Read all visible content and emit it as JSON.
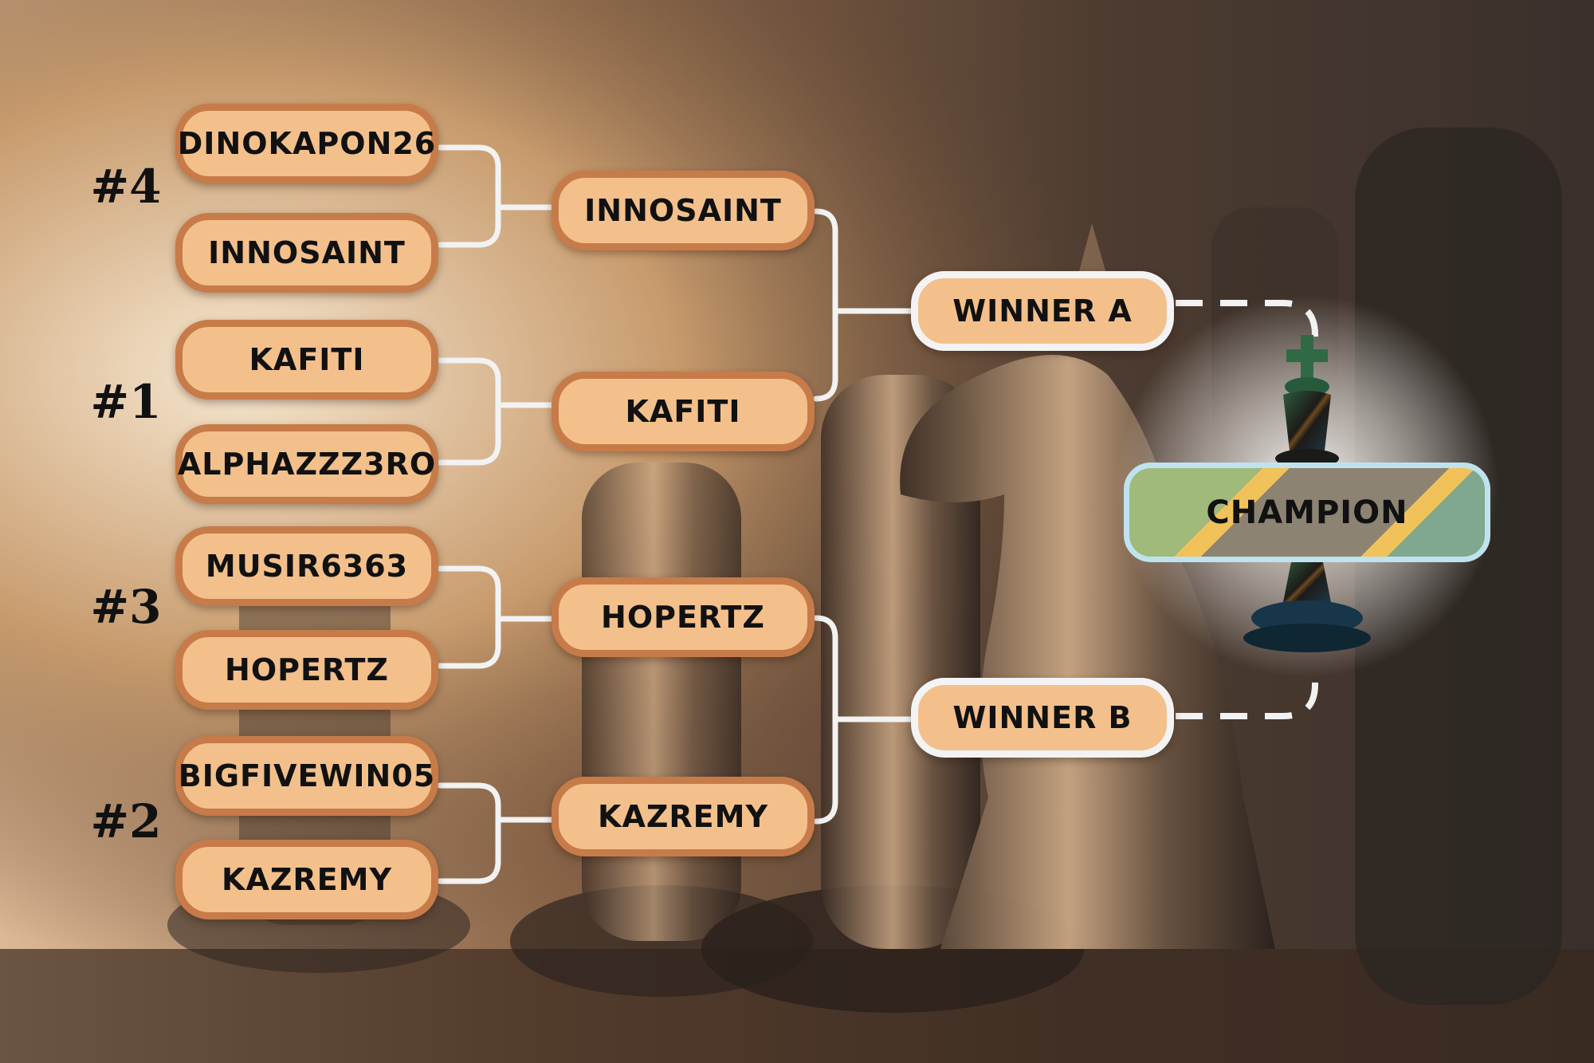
{
  "seeds": [
    "#4",
    "#1",
    "#3",
    "#2"
  ],
  "round1": [
    "DINOKAPON26",
    "INNOSAINT",
    "KAFITI",
    "ALPHAZZZ3RO",
    "MUSIR6363",
    "HOPERTZ",
    "BIGFIVEWIN05",
    "KAZREMY"
  ],
  "round2": [
    "INNOSAINT",
    "KAFITI",
    "HOPERTZ",
    "KAZREMY"
  ],
  "finals": [
    "WINNER A",
    "WINNER B"
  ],
  "champion": "CHAMPION",
  "colors": {
    "pill_fill": "#f3c08b",
    "pill_border": "#c77b49",
    "final_border": "#f3f3f3",
    "connector": "#f2f2f2"
  },
  "icons": {
    "trophy": "chess-king-icon",
    "background": "chess-pieces-photo"
  }
}
